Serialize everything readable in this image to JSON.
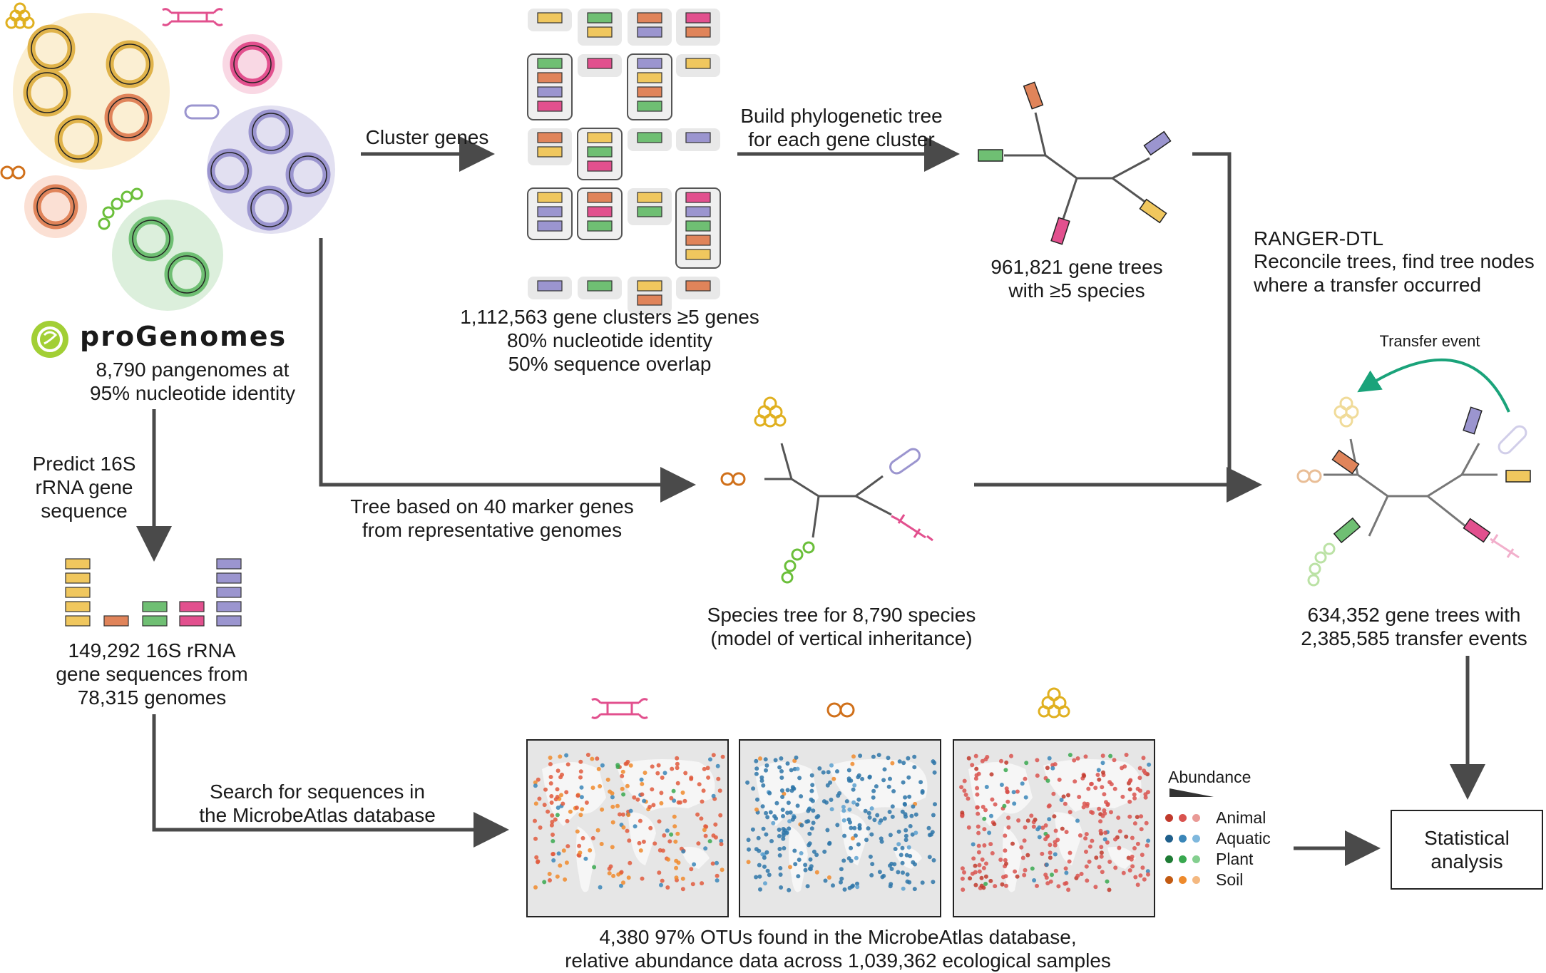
{
  "brand": {
    "name": "proGenomes"
  },
  "progenomes_caption": "8,790 pangenomes at\n95% nucleotide identity",
  "cluster_step": {
    "label": "Cluster genes"
  },
  "clusters_caption": "1,112,563 gene clusters ≥5 genes\n80% nucleotide identity\n50% sequence overlap",
  "gene_tree_step": {
    "label": "Build phylogenetic tree\nfor each gene cluster"
  },
  "gene_trees_caption": "961,821 gene trees\nwith ≥5 species",
  "ranger": {
    "title": "RANGER-DTL",
    "description": "Reconcile trees, find tree nodes\nwhere a transfer occurred"
  },
  "transfer_event_label": "Transfer event",
  "transfer_caption": "634,352 gene trees with\n2,385,585 transfer events",
  "species_tree_step": {
    "label": "Tree based on 40 marker genes\nfrom representative genomes"
  },
  "species_tree_caption": "Species tree for 8,790 species\n(model of vertical inheritance)",
  "predict_16s_label": "Predict 16S\nrRNA gene\nsequence",
  "rrna_caption": "149,292 16S rRNA\ngene sequences from\n78,315 genomes",
  "search_step": {
    "label": "Search for sequences in\nthe MicrobeAtlas database"
  },
  "maps_caption": "4,380 97% OTUs found in the MicrobeAtlas database,\nrelative abundance data across 1,039,362 ecological samples",
  "legend": {
    "title": "Abundance",
    "items": [
      {
        "label": "Animal",
        "colors": [
          "#c0392b",
          "#d9534f",
          "#e99a96"
        ]
      },
      {
        "label": "Aquatic",
        "colors": [
          "#1f5f8b",
          "#3a86b8",
          "#7fb8dd"
        ]
      },
      {
        "label": "Plant",
        "colors": [
          "#1e7b34",
          "#38a84f",
          "#84cf8f"
        ]
      },
      {
        "label": "Soil",
        "colors": [
          "#c25a12",
          "#ee8a2c",
          "#f4b880"
        ]
      }
    ]
  },
  "stat_box": {
    "label": "Statistical\nanalysis"
  },
  "colors": {
    "yellow": "#f0c75e",
    "orange": "#e0845a",
    "green": "#6fbf73",
    "purple": "#9b95cf",
    "pink": "#e2508e",
    "arrow": "#4a4a4a",
    "teal_arrow": "#1aa37a"
  }
}
